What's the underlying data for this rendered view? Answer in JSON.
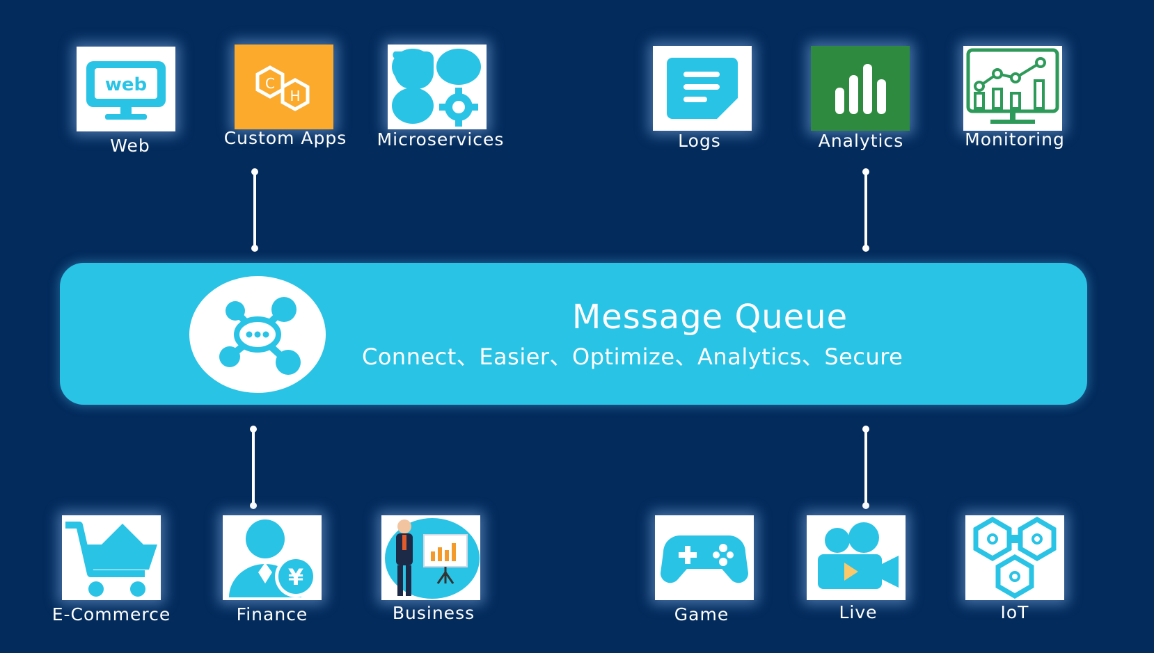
{
  "background_color": "#032b5c",
  "accent_color": "#29c3e6",
  "hub": {
    "title": "Message Queue",
    "subtitle": "Connect、Easier、Optimize、Analytics、Secure",
    "icon": "network-hub-icon"
  },
  "top_left": [
    {
      "label": "Web",
      "icon": "web-monitor-icon"
    },
    {
      "label": "Custom Apps",
      "icon": "hexagon-apps-icon"
    },
    {
      "label": "Microservices",
      "icon": "microservices-gear-icon"
    }
  ],
  "top_right": [
    {
      "label": "Logs",
      "icon": "log-document-icon"
    },
    {
      "label": "Analytics",
      "icon": "bar-chart-icon"
    },
    {
      "label": "Monitoring",
      "icon": "monitoring-chart-icon"
    }
  ],
  "bottom_left": [
    {
      "label": "E-Commerce",
      "icon": "shopping-cart-icon"
    },
    {
      "label": "Finance",
      "icon": "finance-person-yen-icon"
    },
    {
      "label": "Business",
      "icon": "business-presenter-icon"
    }
  ],
  "bottom_right": [
    {
      "label": "Game",
      "icon": "gamepad-icon"
    },
    {
      "label": "Live",
      "icon": "video-camera-icon"
    },
    {
      "label": "IoT",
      "icon": "iot-hexagons-icon"
    }
  ]
}
